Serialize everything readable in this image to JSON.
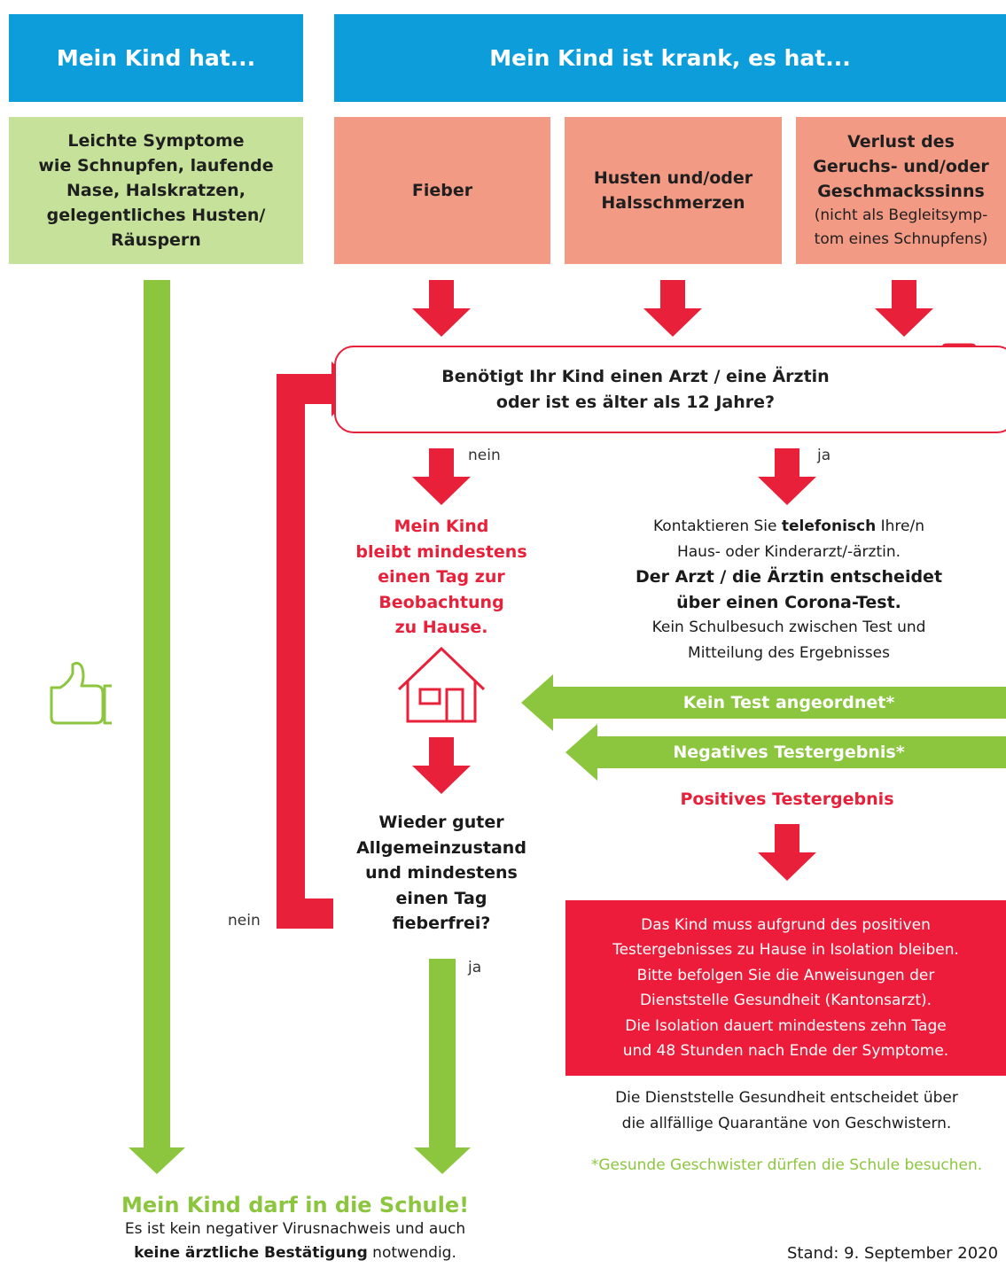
{
  "headers": {
    "left": "Mein Kind hat...",
    "right": "Mein Kind ist krank, es hat..."
  },
  "symptoms": {
    "mild_lines": [
      "Leichte Symptome",
      "wie Schnupfen, laufende",
      "Nase, Halskratzen,",
      "gelegentliches Husten/",
      "Räuspern"
    ],
    "fever": "Fieber",
    "cough_lines": [
      "Husten und/oder",
      "Halsschmerzen"
    ],
    "smell_bold_lines": [
      "Verlust des",
      "Geruchs- und/oder",
      "Geschmackssinns"
    ],
    "smell_note_lines": [
      "(nicht als Begleitsymp-",
      "tom eines Schnupfens)"
    ]
  },
  "question1_lines": [
    "Benötigt Ihr Kind einen Arzt / eine Ärztin",
    "oder ist es älter als 12 Jahre?"
  ],
  "labels": {
    "nein_top": "nein",
    "ja_top": "ja",
    "nein_bottom": "nein",
    "ja_bottom": "ja"
  },
  "stay_home_lines": [
    "Mein Kind",
    "bleibt mindestens",
    "einen Tag zur",
    "Beobachtung",
    "zu Hause."
  ],
  "doctor": {
    "line1_pre": "Kontaktieren Sie ",
    "line1_bold": "telefonisch",
    "line1_post": " Ihre/n",
    "line2": "Haus- oder Kinderarzt/-ärztin.",
    "bold_lines": [
      "Der Arzt / die Ärztin entscheidet",
      "über einen Corona-Test."
    ],
    "tail_lines": [
      "Kein Schulbesuch zwischen Test und",
      "Mitteilung des Ergebnisses"
    ]
  },
  "results": {
    "no_test": "Kein Test angeordnet*",
    "negative": "Negatives Testergebnis*",
    "positive": "Positives Testergebnis"
  },
  "question2_lines": [
    "Wieder guter",
    "Allgemeinzustand",
    "und mindestens",
    "einen Tag",
    "fieberfrei?"
  ],
  "isolation_lines": [
    "Das Kind muss aufgrund des positiven",
    "Testergebnisses zu Hause in Isolation bleiben.",
    "Bitte befolgen Sie die Anweisungen der",
    "Dienststelle Gesundheit (Kantonsarzt).",
    "Die Isolation dauert mindestens zehn Tage",
    "und 48 Stunden nach Ende der Symptome."
  ],
  "siblings_lines": [
    "Die Dienststelle Gesundheit entscheidet über",
    "die allfällige Quarantäne von Geschwistern."
  ],
  "footnote": "*Gesunde Geschwister dürfen die Schule besuchen.",
  "school": {
    "title": "Mein Kind darf in die Schule!",
    "line1": "Es ist kein negativer Virusnachweis und auch",
    "line2_bold": "keine ärztliche Bestätigung",
    "line2_post": " notwendig."
  },
  "date": "Stand: 9. September 2020",
  "colors": {
    "blue": "#0d9ddb",
    "green": "#8cc63f",
    "light_green": "#c6e29a",
    "salmon": "#f39a85",
    "red": "#e8203a"
  }
}
